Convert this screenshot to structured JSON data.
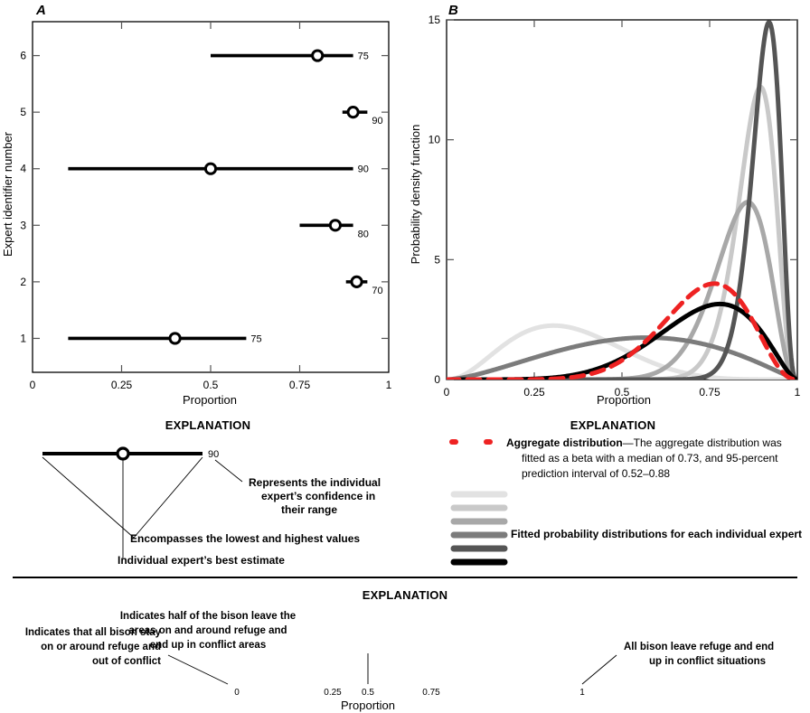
{
  "figure": {
    "panel_a_letter": "A",
    "panel_b_letter": "B",
    "explanation_label": "EXPLANATION"
  },
  "chart_data": [
    {
      "type": "scatter",
      "panel": "A",
      "title": "A",
      "xlabel": "Proportion",
      "ylabel": "Expert identifier number",
      "xlim": [
        0,
        1
      ],
      "ylim": [
        0.4,
        6.6
      ],
      "xticks": [
        0,
        0.25,
        0.5,
        0.75,
        1
      ],
      "xticklabels": [
        "0",
        "0.25",
        "0.5",
        "0.75",
        "1"
      ],
      "yticks": [
        1,
        2,
        3,
        4,
        5,
        6
      ],
      "yticklabels": [
        "1",
        "2",
        "3",
        "4",
        "5",
        "6"
      ],
      "grid": false,
      "series": [
        {
          "name": "expert-6",
          "expert": 6,
          "low": 0.5,
          "high": 0.9,
          "best": 0.8,
          "confidence": "75"
        },
        {
          "name": "expert-5",
          "expert": 5,
          "low": 0.87,
          "high": 0.94,
          "best": 0.9,
          "confidence": "90"
        },
        {
          "name": "expert-4",
          "expert": 4,
          "low": 0.1,
          "high": 0.9,
          "best": 0.5,
          "confidence": "90"
        },
        {
          "name": "expert-3",
          "expert": 3,
          "low": 0.75,
          "high": 0.9,
          "best": 0.85,
          "confidence": "80"
        },
        {
          "name": "expert-2",
          "expert": 2,
          "low": 0.88,
          "high": 0.94,
          "best": 0.91,
          "confidence": "70"
        },
        {
          "name": "expert-1",
          "expert": 1,
          "low": 0.1,
          "high": 0.6,
          "best": 0.4,
          "confidence": "75"
        }
      ]
    },
    {
      "type": "line",
      "panel": "B",
      "title": "B",
      "xlabel": "Proportion",
      "ylabel": "Probability density function",
      "xlim": [
        0,
        1
      ],
      "ylim": [
        0,
        15
      ],
      "xticks": [
        0,
        0.25,
        0.5,
        0.75,
        1
      ],
      "xticklabels": [
        "0",
        "0.25",
        "0.5",
        "0.75",
        "1"
      ],
      "yticks": [
        0,
        5,
        10,
        15
      ],
      "yticklabels": [
        "0",
        "5",
        "10",
        "15"
      ],
      "grid": false,
      "series": [
        {
          "name": "expert-1-pdf",
          "color": "#e2e2e2",
          "dash": "none",
          "width": 5,
          "beta": {
            "a": 3.2,
            "b": 6.0
          },
          "peak_x": 0.31,
          "peak_y": 2.25
        },
        {
          "name": "expert-4-pdf",
          "color": "#c9c9c9",
          "dash": "none",
          "width": 5,
          "beta": {
            "a": 30.0,
            "b": 4.4
          },
          "peak_x": 0.89,
          "peak_y": 12.2
        },
        {
          "name": "expert-3-pdf",
          "color": "#a8a8a8",
          "dash": "none",
          "width": 5,
          "beta": {
            "a": 18.0,
            "b": 3.8
          },
          "peak_x": 0.85,
          "peak_y": 7.4
        },
        {
          "name": "expert-6-pdf",
          "color": "#7c7c7c",
          "dash": "none",
          "width": 5,
          "beta": {
            "a": 2.6,
            "b": 2.2
          },
          "peak_x": 0.55,
          "peak_y": 1.75
        },
        {
          "name": "expert-5-pdf",
          "color": "#555555",
          "dash": "none",
          "width": 5,
          "beta": {
            "a": 42.0,
            "b": 4.6
          },
          "peak_x": 0.92,
          "peak_y": 14.9
        },
        {
          "name": "expert-2-pdf",
          "color": "#000000",
          "dash": "none",
          "width": 5,
          "beta": {
            "a": 7.0,
            "b": 2.7
          },
          "peak_x": 0.78,
          "peak_y": 3.15
        },
        {
          "name": "aggregate-pdf",
          "color": "#ee2222",
          "dash": "14,9",
          "width": 5,
          "beta": {
            "a": 9.4,
            "b": 3.6
          },
          "peak_x": 0.735,
          "peak_y": 4.0
        }
      ]
    }
  ],
  "explanation_a": {
    "title": "EXPLANATION",
    "value_label": "90",
    "note_confidence_line1": "Represents the individual",
    "note_confidence_line2": "expert’s confidence in",
    "note_confidence_line3": "their range",
    "note_range": "Encompasses the lowest and highest values",
    "note_best": "Individual expert’s best estimate"
  },
  "explanation_b": {
    "title": "EXPLANATION",
    "aggregate_bold": "Aggregate distribution",
    "aggregate_rest": "—The aggregate distribution was",
    "aggregate_line2": "fitted as a beta with a median of 0.73, and 95-percent",
    "aggregate_line3": "prediction interval of 0.52–0.88",
    "fitted_label": "Fitted probability distributions for each individual expert",
    "swatch_colors": [
      "#e2e2e2",
      "#c9c9c9",
      "#a8a8a8",
      "#7c7c7c",
      "#555555",
      "#000000"
    ],
    "aggregate_color": "#ee2222"
  },
  "explanation_bottom": {
    "title": "EXPLANATION",
    "left_line1": "Indicates that all bison stay",
    "left_line2": "on or around refuge and",
    "left_line3": "out of conflict",
    "mid_line1": "Indicates half of the bison leave the",
    "mid_line2": "areas on and around refuge and",
    "mid_line3": "end up in conflict areas",
    "right_line1": "All bison leave refuge and end",
    "right_line2": "up in conflict situations",
    "axis_label": "Proportion",
    "ticks": [
      "0",
      "0.25",
      "0.5",
      "0.75",
      "1"
    ]
  }
}
